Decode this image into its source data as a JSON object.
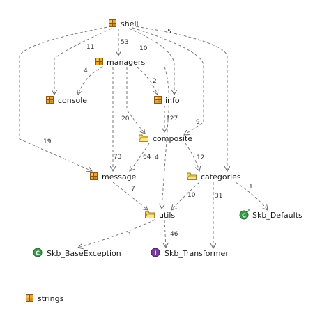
{
  "colors": {
    "package_fill": "#e8a33a",
    "package_border": "#8a5a14",
    "folder_fill": "#f3d35a",
    "folder_border": "#9a7a18",
    "class_green": "#3a9a4a",
    "interface_purple": "#7a3a9a",
    "edge": "#7a7a7a"
  },
  "nodes": {
    "shell": {
      "label": "shell",
      "icon": "package-icon"
    },
    "managers": {
      "label": "managers",
      "icon": "package-icon"
    },
    "console": {
      "label": "console",
      "icon": "package-icon"
    },
    "info": {
      "label": "info",
      "icon": "package-icon"
    },
    "composite": {
      "label": "composite",
      "icon": "folder-icon"
    },
    "message": {
      "label": "message",
      "icon": "package-icon"
    },
    "categories": {
      "label": "categories",
      "icon": "folder-icon"
    },
    "utils": {
      "label": "utils",
      "icon": "folder-icon"
    },
    "skb_defaults": {
      "label": "Skb_Defaults",
      "icon": "class-icon",
      "glyph": "C"
    },
    "skb_baseexception": {
      "label": "Skb_BaseException",
      "icon": "class-icon",
      "glyph": "C"
    },
    "skb_transformer": {
      "label": "Skb_Transformer",
      "icon": "interface-icon",
      "glyph": "I"
    },
    "strings": {
      "label": "strings",
      "icon": "package-icon"
    }
  },
  "edges": {
    "shell_managers": "53",
    "shell_console": "11",
    "shell_info": "10",
    "shell_categories": "5",
    "shell_message": "19",
    "shell_composite": "9",
    "managers_console": "4",
    "managers_info": "2",
    "managers_composite": "20",
    "managers_message": "73",
    "managers_utils": "4",
    "info_composite": "127",
    "composite_message": "64",
    "composite_categories": "12",
    "message_utils": "7",
    "categories_utils": "10",
    "categories_defaults": "1",
    "categories_transformer": "31",
    "utils_baseexception": "3",
    "utils_transformer": "46"
  }
}
